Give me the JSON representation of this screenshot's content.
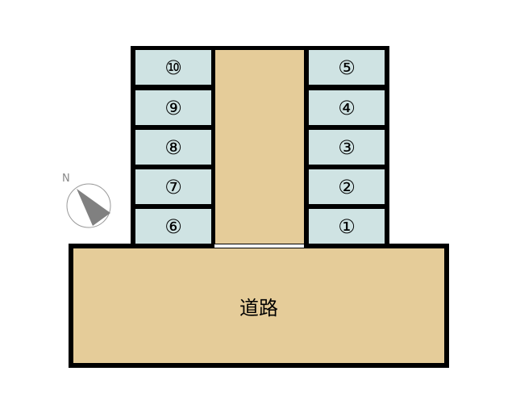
{
  "colors": {
    "space": "#cfe3e3",
    "ground": "#e5cc99",
    "border": "#000000"
  },
  "compass": {
    "label": "N",
    "icon": "north-arrow-icon"
  },
  "left_spaces": [
    "⑩",
    "⑨",
    "⑧",
    "⑦",
    "⑥"
  ],
  "right_spaces": [
    "⑤",
    "④",
    "③",
    "②",
    "①"
  ],
  "road": {
    "label": "道路"
  }
}
